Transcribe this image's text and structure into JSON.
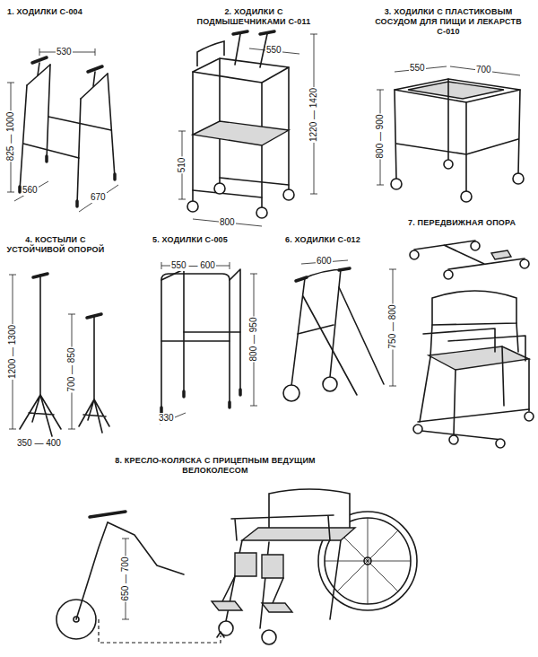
{
  "diagram": {
    "labels": [
      "1. ХОДИЛКИ С-004",
      "530",
      "825 — 1000",
      "560",
      "670",
      "2. ХОДИЛКИ С ПОДМЫШЕЧНИКАМИ С-011",
      "550",
      "1220 — 1420",
      "510",
      "800",
      "3. ХОДИЛКИ С ПЛАСТИКОВЫМ СОСУДОМ ДЛЯ ПИЩИ И ЛЕКАРСТВ С-010",
      "550",
      "700",
      "800 — 900",
      "4. КОСТЫЛИ С УСТОЙЧИВОЙ ОПОРОЙ",
      "1200 — 1300",
      "700 — 850",
      "350 — 400",
      "5. ХОДИЛКИ С-005",
      "550 — 600",
      "800 — 950",
      "330",
      "6. ХОДИЛКИ С-012",
      "600",
      "750 — 800",
      "7. ПЕРЕДВИЖНАЯ ОПОРА",
      "8. КРЕСЛО-КОЛЯСКА С ПРИЦЕПНЫМ ВЕДУЩИМ ВЕЛОКОЛЕСОМ",
      "650 — 700"
    ]
  }
}
